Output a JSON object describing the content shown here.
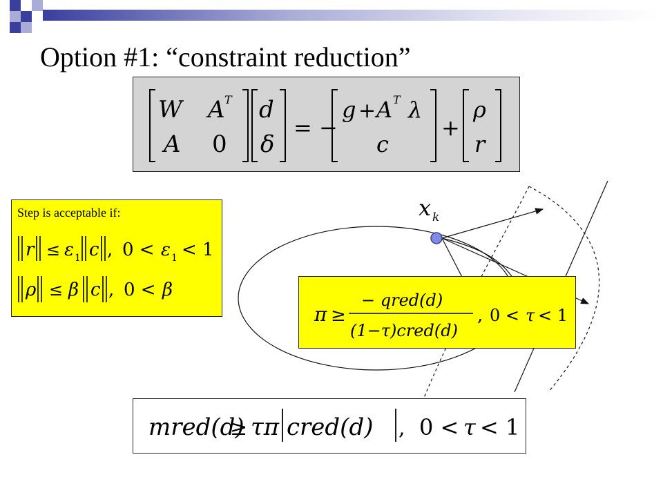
{
  "slide": {
    "title": "Option #1: “constraint reduction”"
  },
  "kkt_equation": {
    "matrix": [
      [
        "W",
        "A^T"
      ],
      [
        "A",
        "0"
      ]
    ],
    "unknowns": [
      "d",
      "δ"
    ],
    "rhs_top": "g + A^T λ",
    "rhs_bottom": "c",
    "residuals": [
      "ρ",
      "r"
    ]
  },
  "acceptance_box": {
    "heading": "Step is acceptable if:",
    "condition_1": "‖r‖ ≤ ε₁‖c‖,  0 < ε₁ < 1",
    "condition_2": "‖ρ‖ ≤ β‖c‖,  0 < β"
  },
  "penalty_box": {
    "numerator": "−qred(d)",
    "denominator": "(1−τ)cred(d)",
    "condition": "0 < τ < 1"
  },
  "mred_box": {
    "text": "mred(d) ≥ τπ|cred(d)|,  0 < τ < 1"
  },
  "diagram": {
    "point_label": "x_k"
  },
  "colors": {
    "deco_blue": "#3a3f9e",
    "deco_light": "#a9acd6",
    "highlight": "#ffff00",
    "equation_bg": "#d4d4d4",
    "point_fill": "#7f8be0"
  }
}
